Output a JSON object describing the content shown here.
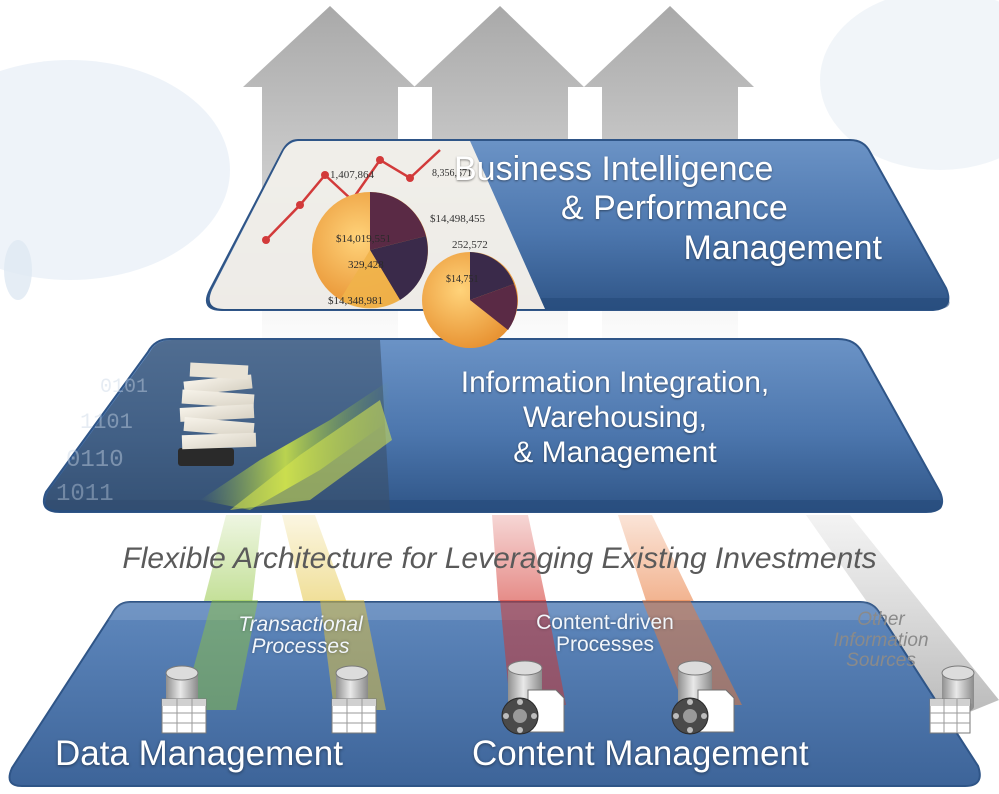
{
  "layers": {
    "bi": {
      "lines": [
        "Business Intelligence",
        "& Performance",
        "Management"
      ]
    },
    "integration": {
      "lines": [
        "Information Integration,",
        "Warehousing,",
        "& Management"
      ]
    }
  },
  "tagline": "Flexible Architecture for Leveraging Existing Investments",
  "foundation": {
    "transactional": {
      "lines": [
        "Transactional",
        "Processes"
      ]
    },
    "content_driven": {
      "lines": [
        "Content-driven",
        "Processes"
      ]
    },
    "other_sources": {
      "lines": [
        "Other",
        "Information",
        "Sources"
      ]
    },
    "data_management": "Data Management",
    "content_management": "Content Management"
  },
  "bi_image_figures": [
    "1,407,864",
    "8,356,571",
    "$14,498,455",
    "252,572",
    "$14,019,551",
    "329,428",
    "$14,348,981",
    "$14,751"
  ],
  "colors": {
    "layer_blue": "#4c76ad",
    "layer_blue_dark": "#2f5587",
    "arrow_gray": "#b7b7b7",
    "beam_green": "#8fc43c",
    "beam_yellow": "#e3c33d",
    "beam_red": "#d2332c",
    "beam_orange": "#e8793a",
    "beam_gray": "#c4c4c4",
    "tagline_gray": "#5a5a5a"
  },
  "icons": [
    "up-arrow-icon",
    "database-table-icon",
    "database-document-icon",
    "document-stack-icon",
    "pie-chart-icon"
  ]
}
